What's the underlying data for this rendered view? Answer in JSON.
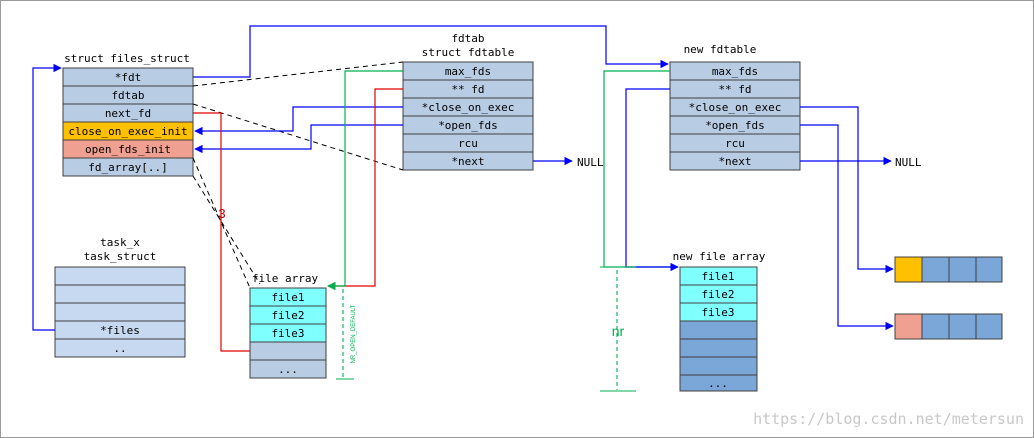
{
  "colors": {
    "cell": "#b8cce4",
    "cell_light": "#c6d9f1",
    "cyan": "#80ffff",
    "orange": "#ffc000",
    "salmon": "#f0a090",
    "blue_cell": "#7aa6d8",
    "blue_arrow": "#0000ff",
    "red": "#e00000",
    "green": "#00b050"
  },
  "files_struct": {
    "title": "struct files_struct",
    "fields": [
      "*fdt",
      "fdtab",
      "next_fd",
      "close_on_exec_init",
      "open_fds_init",
      "fd_array[..]"
    ]
  },
  "fdtab": {
    "title1": "fdtab",
    "title2": "struct fdtable",
    "fields": [
      "max_fds",
      "** fd",
      "*close_on_exec",
      "*open_fds",
      "rcu",
      "*next"
    ]
  },
  "new_fdtable": {
    "title": "new fdtable",
    "fields": [
      "max_fds",
      "** fd",
      "*close_on_exec",
      "*open_fds",
      "rcu",
      "*next"
    ]
  },
  "task": {
    "title1": "task_x",
    "title2": "task_struct",
    "fields": [
      "",
      "",
      "",
      "*files",
      ".."
    ]
  },
  "file_array": {
    "title": "file array",
    "fields": [
      "file1",
      "file2",
      "file3",
      "",
      "..."
    ]
  },
  "new_file_array": {
    "title": "new file array",
    "fields": [
      "file1",
      "file2",
      "file3",
      "",
      "",
      "",
      "..."
    ]
  },
  "labels": {
    "null1": "NULL",
    "null2": "NULL",
    "three": "3",
    "nr": "nr",
    "nr_open_default": "NR_OPEN_DEFAULT",
    "watermark": "https://blog.csdn.net/metersun"
  }
}
